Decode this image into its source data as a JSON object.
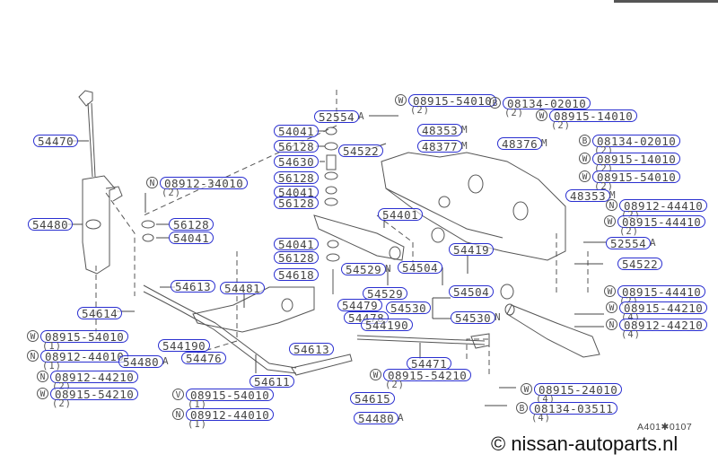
{
  "diagram": {
    "code": "A401✱0107",
    "copyright": "© nissan-autoparts.nl",
    "link_color": "#2a2fd0"
  },
  "parts": [
    {
      "id": "p1",
      "number": "54470"
    },
    {
      "id": "p2",
      "number": "54480"
    },
    {
      "id": "p3",
      "number": "08912-34010",
      "symbol": "N",
      "qty": "(2)"
    },
    {
      "id": "p4",
      "number": "56128"
    },
    {
      "id": "p5",
      "number": "54041"
    },
    {
      "id": "p6",
      "number": "54041"
    },
    {
      "id": "p7",
      "number": "56128"
    },
    {
      "id": "p8",
      "number": "54630"
    },
    {
      "id": "p9",
      "number": "56128"
    },
    {
      "id": "p10",
      "number": "54041"
    },
    {
      "id": "p11",
      "number": "56128"
    },
    {
      "id": "p12",
      "number": "52554",
      "suffix": "A"
    },
    {
      "id": "p13",
      "number": "54522"
    },
    {
      "id": "p14",
      "number": "48353",
      "suffix": "M"
    },
    {
      "id": "p15",
      "number": "48377",
      "suffix": "M"
    },
    {
      "id": "p16",
      "number": "08915-54010",
      "symbol": "W",
      "qty": "(2)"
    },
    {
      "id": "p17",
      "number": "08134-02010",
      "symbol": "B",
      "qty": "(2)"
    },
    {
      "id": "p18",
      "number": "08915-14010",
      "symbol": "W",
      "qty": "(2)"
    },
    {
      "id": "p19",
      "number": "48376",
      "suffix": "M"
    },
    {
      "id": "p20",
      "number": "08134-02010",
      "symbol": "B",
      "qty": "(2)"
    },
    {
      "id": "p21",
      "number": "08915-14010",
      "symbol": "W",
      "qty": "(2)"
    },
    {
      "id": "p22",
      "number": "08915-54010",
      "symbol": "W",
      "qty": "(2)"
    },
    {
      "id": "p23",
      "number": "48353",
      "suffix": "M"
    },
    {
      "id": "p24",
      "number": "08912-44410",
      "symbol": "N",
      "qty": "(2)"
    },
    {
      "id": "p25",
      "number": "08915-44410",
      "symbol": "W",
      "qty": "(2)"
    },
    {
      "id": "p26",
      "number": "54401"
    },
    {
      "id": "p27",
      "number": "52554",
      "suffix": "A"
    },
    {
      "id": "p28",
      "number": "54522"
    },
    {
      "id": "p29",
      "number": "54041"
    },
    {
      "id": "p30",
      "number": "56128"
    },
    {
      "id": "p31",
      "number": "54618"
    },
    {
      "id": "p32",
      "number": "54529",
      "suffix": "N"
    },
    {
      "id": "p33",
      "number": "54504"
    },
    {
      "id": "p34",
      "number": "54419"
    },
    {
      "id": "p35",
      "number": "54529"
    },
    {
      "id": "p36",
      "number": "54504"
    },
    {
      "id": "p37",
      "number": "08915-44410",
      "symbol": "W",
      "qty": "(2)"
    },
    {
      "id": "p38",
      "number": "54613"
    },
    {
      "id": "p39",
      "number": "54481"
    },
    {
      "id": "p40",
      "number": "54479"
    },
    {
      "id": "p41",
      "number": "54530"
    },
    {
      "id": "p42",
      "number": "54530",
      "suffix": "N"
    },
    {
      "id": "p43",
      "number": "08915-44210",
      "symbol": "W",
      "qty": "(4)"
    },
    {
      "id": "p44",
      "number": "08912-44210",
      "symbol": "N",
      "qty": "(4)"
    },
    {
      "id": "p45",
      "number": "54614"
    },
    {
      "id": "p46",
      "number": "54478"
    },
    {
      "id": "p47",
      "number": "544190"
    },
    {
      "id": "p48",
      "number": "08915-54010",
      "symbol": "W",
      "qty": "(1)"
    },
    {
      "id": "p49",
      "number": "08912-44010",
      "symbol": "N",
      "qty": "(1)"
    },
    {
      "id": "p50",
      "number": "54480",
      "suffix": "A"
    },
    {
      "id": "p51",
      "number": "544190"
    },
    {
      "id": "p52",
      "number": "54476"
    },
    {
      "id": "p53",
      "number": "54613"
    },
    {
      "id": "p54",
      "number": "54471"
    },
    {
      "id": "p55",
      "number": "08912-44210",
      "symbol": "N",
      "qty": "(2)"
    },
    {
      "id": "p56",
      "number": "08915-54210",
      "symbol": "W",
      "qty": "(2)"
    },
    {
      "id": "p57",
      "number": "54611"
    },
    {
      "id": "p58",
      "number": "08915-54010",
      "symbol": "V",
      "qty": "(1)"
    },
    {
      "id": "p59",
      "number": "08912-44010",
      "symbol": "N",
      "qty": "(1)"
    },
    {
      "id": "p60",
      "number": "54615"
    },
    {
      "id": "p61",
      "number": "08915-54210",
      "symbol": "W",
      "qty": "(2)"
    },
    {
      "id": "p62",
      "number": "54480",
      "suffix": "A"
    },
    {
      "id": "p63",
      "number": "08915-24010",
      "symbol": "W",
      "qty": "(4)"
    },
    {
      "id": "p64",
      "number": "08134-03511",
      "symbol": "B",
      "qty": "(4)"
    }
  ]
}
